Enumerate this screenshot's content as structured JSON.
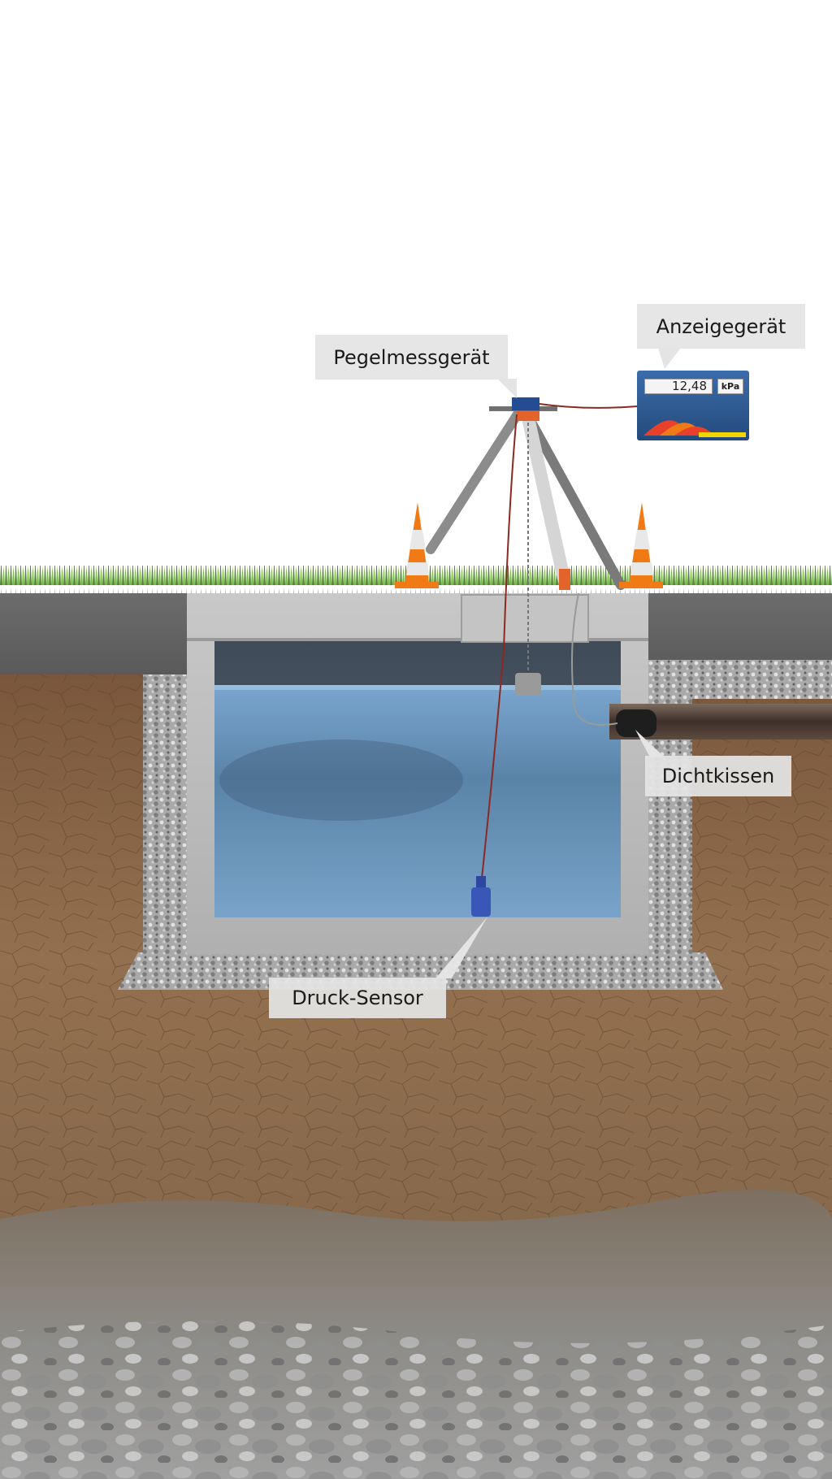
{
  "labels": {
    "level_gauge": "Pegelmessgerät",
    "display_unit": "Anzeigegerät",
    "seal_cushion": "Dichtkissen",
    "pressure_sensor": "Druck-Sensor"
  },
  "display": {
    "value": "12,48",
    "unit": "kPa"
  },
  "colors": {
    "sky": "#ffffff",
    "grass": "#5e9a38",
    "concrete": "#b9b9b9",
    "water": "#6f9cc6",
    "soil": "#8a6748",
    "gravel": "#8d8d8d",
    "display_body": "#2f5f9c",
    "cone_orange": "#f07b16",
    "sensor_blue": "#3a57b8",
    "cable": "#8a2a22"
  }
}
